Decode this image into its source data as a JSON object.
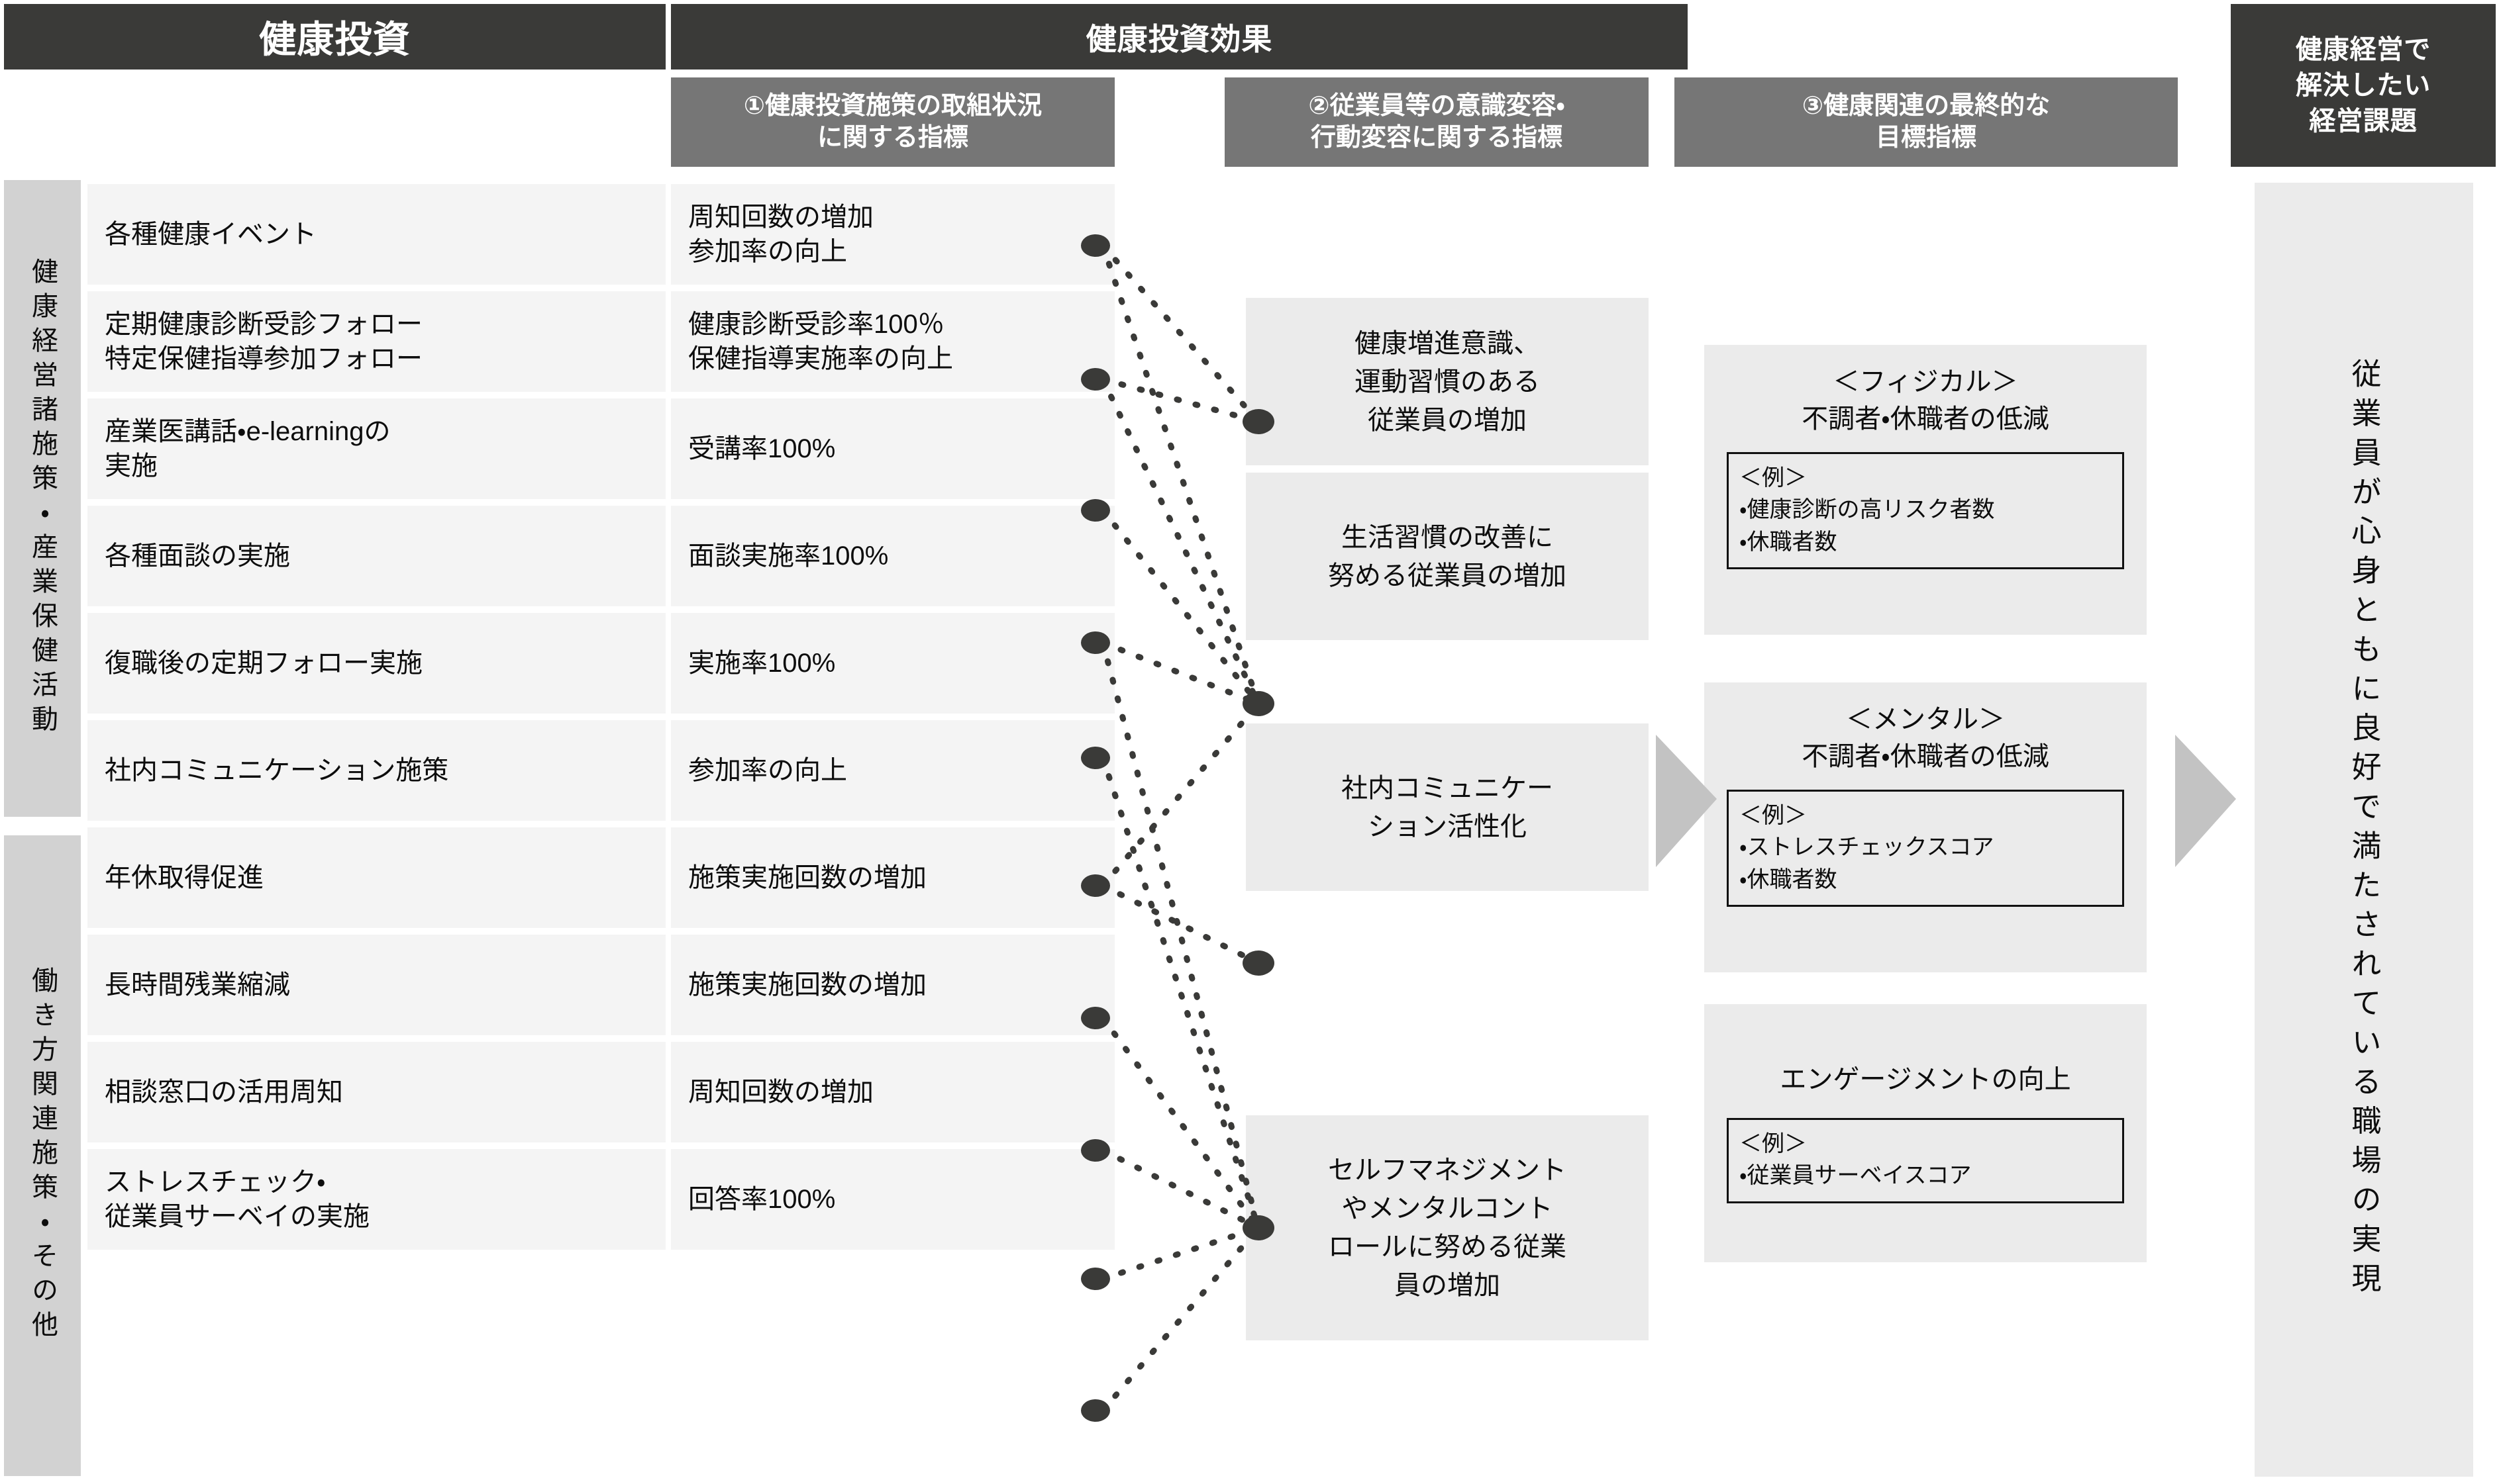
{
  "headers": {
    "investment": "健康投資",
    "effect": "健康投資効果",
    "effect_1": "①健康投資施策の取組状況\nに関する指標",
    "effect_2": "②従業員等の意識変容・\n行動変容に関する指標",
    "effect_3": "③健康関連の最終的な\n目標指標",
    "challenge": "健康経営で\n解決したい\n経営課題"
  },
  "sidebar": {
    "items": [
      {
        "label": "健康経営諸施策・産業保健活動"
      },
      {
        "label": "働き方関連施策・その他"
      }
    ]
  },
  "measures": [
    {
      "name": "各種健康イベント",
      "indicator": "周知回数の増加\n参加率の向上"
    },
    {
      "name": "定期健康診断受診フォロー\n特定保健指導参加フォロー",
      "indicator": "健康診断受診率100％\n保健指導実施率の向上"
    },
    {
      "name": "産業医講話・e-learningの\n実施",
      "indicator": "受講率100%"
    },
    {
      "name": "各種面談の実施",
      "indicator": "面談実施率100%"
    },
    {
      "name": "復職後の定期フォロー実施",
      "indicator": "実施率100%"
    },
    {
      "name": "社内コミュニケーション施策",
      "indicator": "参加率の向上"
    },
    {
      "name": "年休取得促進",
      "indicator": "施策実施回数の増加"
    },
    {
      "name": "長時間残業縮減",
      "indicator": "施策実施回数の増加"
    },
    {
      "name": "相談窓口の活用周知",
      "indicator": "周知回数の増加"
    },
    {
      "name": "ストレスチェック・\n従業員サーベイの実施",
      "indicator": "回答率100%"
    }
  ],
  "behavior_outcomes": [
    {
      "label": "健康増進意識、\n運動習慣のある\n従業員の増加"
    },
    {
      "label": "生活習慣の改善に\n努める従業員の増加"
    },
    {
      "label": "社内コミュニケー\nション活性化"
    },
    {
      "label": "セルフマネジメント\nやメンタルコント\nロールに努める従業\n員の増加"
    }
  ],
  "final_goals": [
    {
      "title": "＜フィジカル＞\n不調者・休職者の低減",
      "example": "＜例＞\n・健康診断の高リスク者数\n・休職者数"
    },
    {
      "title": "＜メンタル＞\n不調者・休職者の低減",
      "example": "＜例＞\n・ストレスチェックスコア\n・休職者数"
    },
    {
      "title": "エンゲージメントの向上",
      "example": "＜例＞\n・従業員サーベイスコア"
    }
  ],
  "management_challenge": "従業員が心身ともに良好で満たされている職場の実現",
  "colors": {
    "header_dark": "#3a3a38",
    "header_mid": "#767676",
    "cell": "#f4f4f4",
    "cell_effect": "#ebebeb",
    "sidebar": "#d2d2d2",
    "arrow": "#c3c3c3",
    "connector": "#3a3a38"
  }
}
